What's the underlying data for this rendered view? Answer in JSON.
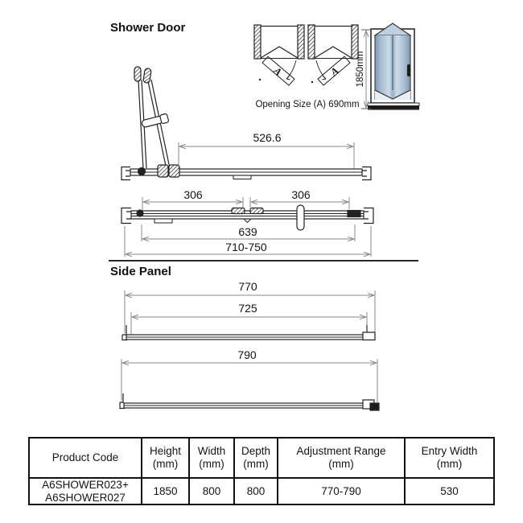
{
  "shower_door": {
    "title": "Shower Door",
    "top_view": {
      "opening_size_label": "Opening Size (A) 690mm",
      "swing_label": "A",
      "height_label": "1850mm"
    },
    "open_view": {
      "track_length": "526.6"
    },
    "closed_view": {
      "left_panel": "306",
      "right_panel": "306",
      "glass_width": "639",
      "adjustment_range": "710-750"
    }
  },
  "side_panel": {
    "title": "Side Panel",
    "outer_width": "770",
    "glass_width": "725",
    "overall_width": "790"
  },
  "colors": {
    "line": "#222222",
    "dim_line": "#8a8a8a",
    "glass_dark": "#7e96b0",
    "glass_light": "#cedce8",
    "glass_top": "#bed0df",
    "base": "#1c1c1c"
  },
  "table": {
    "headers": [
      {
        "line1": "Product Code",
        "line2": ""
      },
      {
        "line1": "Height",
        "line2": "(mm)"
      },
      {
        "line1": "Width",
        "line2": "(mm)"
      },
      {
        "line1": "Depth",
        "line2": "(mm)"
      },
      {
        "line1": "Adjustment Range",
        "line2": "(mm)"
      },
      {
        "line1": "Entry Width",
        "line2": "(mm)"
      }
    ],
    "row": {
      "product_code_line1": "A6SHOWER023+",
      "product_code_line2": "A6SHOWER027",
      "height": "1850",
      "width": "800",
      "depth": "800",
      "adjustment_range": "770-790",
      "entry_width": "530"
    }
  }
}
